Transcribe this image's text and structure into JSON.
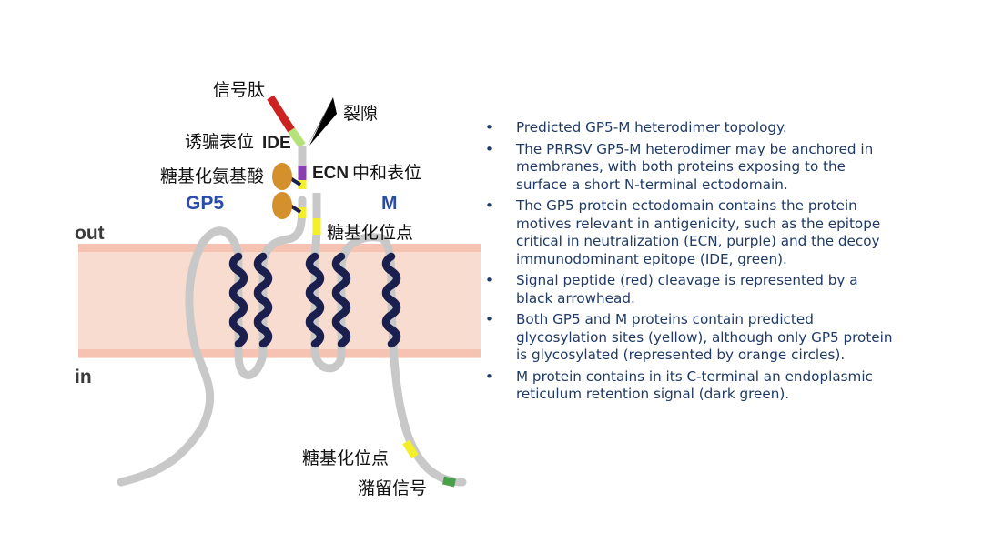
{
  "diagram": {
    "labels": {
      "signal_peptide": "信号肽",
      "cleavage": "裂隙",
      "decoy_epitope": "诱骗表位",
      "ide": "IDE",
      "glyco_amino_acid": "糖基化氨基酸",
      "ecn": "ECN",
      "neutralizing_epitope": "中和表位",
      "gp5": "GP5",
      "m": "M",
      "glyco_site_top": "糖基化位点",
      "out": "out",
      "in": "in",
      "glyco_site_bottom": "糖基化位点",
      "retention_signal": "潴留信号"
    },
    "colors": {
      "membrane": "#f9dcd0",
      "membrane_edge": "#f6c3b2",
      "chain": "#c8c8c8",
      "helix": "#1b1f4e",
      "signal_peptide": "#cc2222",
      "ide": "#b6e27a",
      "ecn": "#8a3fb0",
      "glycosylation_site": "#f3ef2a",
      "glycan": "#d4902c",
      "retention_signal": "#4aa04a",
      "arrowhead": "#000000"
    }
  },
  "notes": [
    "Predicted GP5-M heterodimer topology.",
    "The PRRSV GP5-M heterodimer may be anchored in membranes, with both proteins exposing to the surface a short N-terminal ectodomain.",
    "The GP5 protein ectodomain contains the protein motives relevant in antigenicity, such as the epitope critical in neutralization (ECN, purple) and the decoy immunodominant epitope (IDE, green).",
    "Signal peptide (red) cleavage is represented by a black arrowhead.",
    "Both GP5 and M proteins contain predicted glycosylation sites (yellow), although only GP5 protein is glycosylated (represented by orange circles).",
    " M protein contains in its C-terminal an endoplasmic reticulum retention signal (dark green)."
  ]
}
